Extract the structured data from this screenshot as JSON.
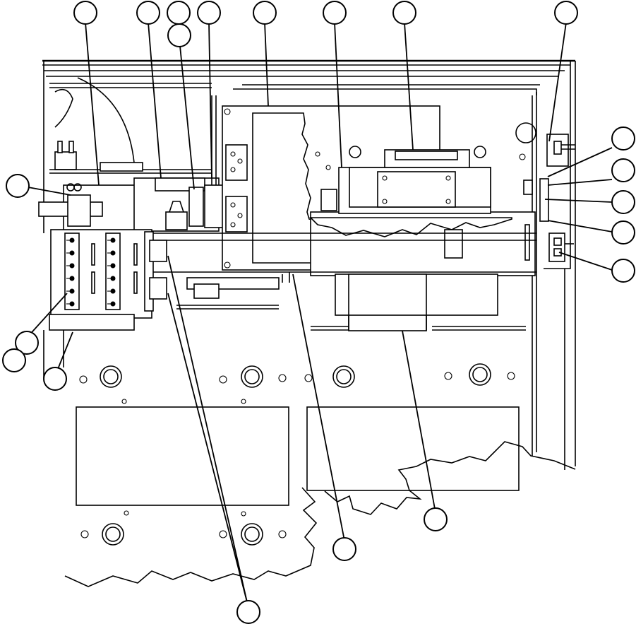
{
  "diagram": {
    "type": "technical-line-drawing",
    "subject": "equipment-panel-assembly",
    "callout_count": 21,
    "callouts_labeled": false
  },
  "colors": {
    "line": "#000000",
    "background": "#ffffff"
  }
}
